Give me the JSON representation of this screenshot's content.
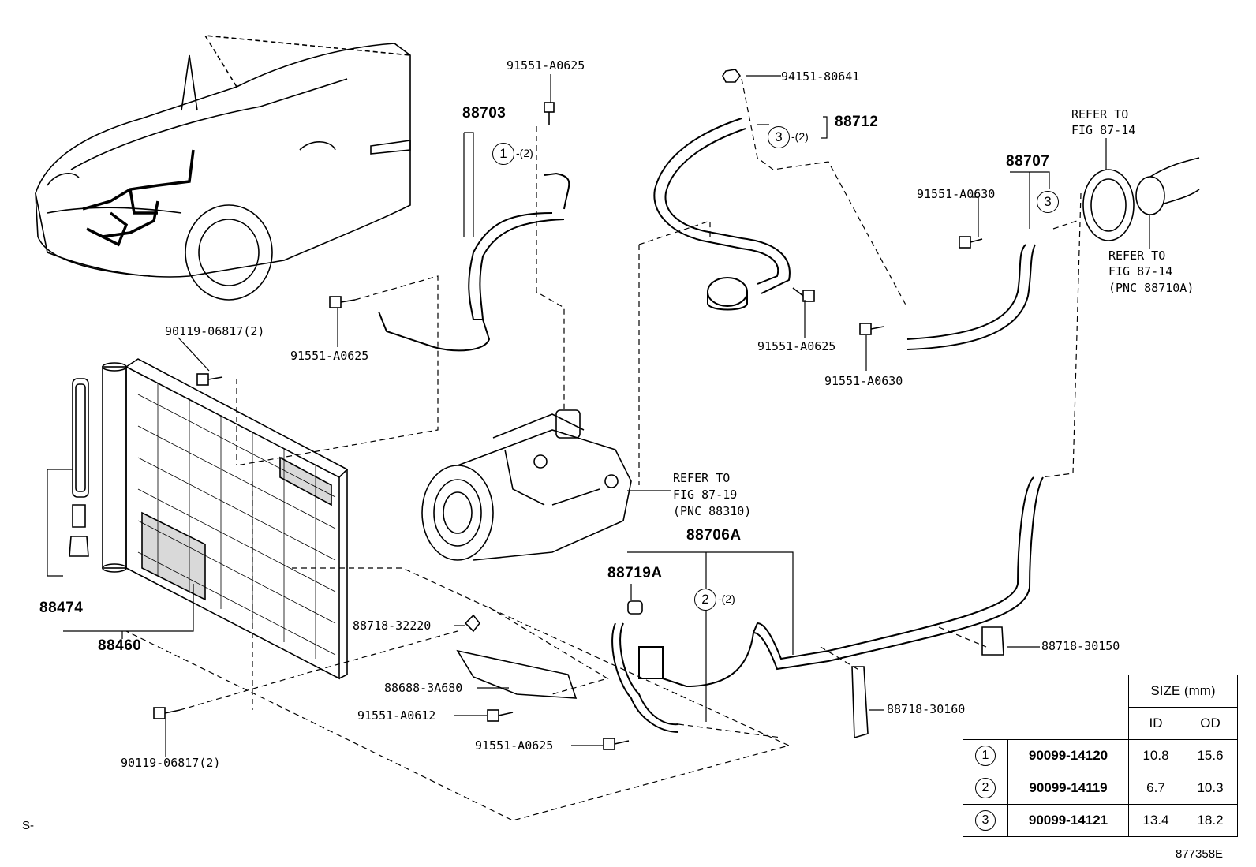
{
  "parts": {
    "p88703": "88703",
    "p91551_a0625_top": "91551-A0625",
    "p94151_80641": "94151-80641",
    "p88712": "88712",
    "refer_top_1": "REFER TO",
    "refer_top_2": "FIG 87-14",
    "p88707": "88707",
    "p91551_a0630_top": "91551-A0630",
    "refer_mid_1": "REFER TO",
    "refer_mid_2": "FIG 87-14",
    "refer_mid_3": "(PNC 88710A)",
    "p90119_top": "90119-06817(2)",
    "p91551_a0625_left": "91551-A0625",
    "p91551_a0625_mid": "91551-A0625",
    "p91551_a0630_mid": "91551-A0630",
    "refer_comp_1": "REFER TO",
    "refer_comp_2": "FIG 87-19",
    "refer_comp_3": "(PNC 88310)",
    "p88706a": "88706A",
    "p88719a": "88719A",
    "p88474": "88474",
    "p88460": "88460",
    "p88718_32220": "88718-32220",
    "p88688_3a680": "88688-3A680",
    "p91551_a0612": "91551-A0612",
    "p91551_a0625_bot": "91551-A0625",
    "p90119_bot": "90119-06817(2)",
    "p88718_30150": "88718-30150",
    "p88718_30160": "88718-30160"
  },
  "callouts": {
    "c1": "1",
    "c1_qty": "-(2)",
    "c3a": "3",
    "c3a_qty": "-(2)",
    "c3b": "3",
    "c2": "2",
    "c2_qty": "-(2)"
  },
  "size_table": {
    "header_size": "SIZE (mm)",
    "header_id": "ID",
    "header_od": "OD",
    "rows": [
      {
        "mark": "1",
        "part": "90099-14120",
        "id": "10.8",
        "od": "15.6"
      },
      {
        "mark": "2",
        "part": "90099-14119",
        "id": "6.7",
        "od": "10.3"
      },
      {
        "mark": "3",
        "part": "90099-14121",
        "id": "13.4",
        "od": "18.2"
      }
    ]
  },
  "footer": {
    "left_mark": "S-",
    "figure_id": "877358E"
  }
}
